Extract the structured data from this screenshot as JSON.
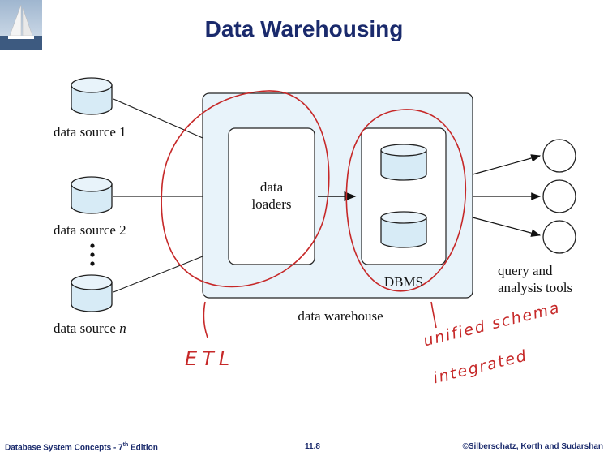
{
  "slide": {
    "title": "Data Warehousing"
  },
  "diagram": {
    "sources": [
      {
        "label": "data source 1"
      },
      {
        "label": "data source 2"
      },
      {
        "label": "data source ",
        "italic_suffix": "n"
      }
    ],
    "loaders_label_line1": "data",
    "loaders_label_line2": "loaders",
    "dbms_label": "DBMS",
    "warehouse_label": "data warehouse",
    "tools_label_line1": "query and",
    "tools_label_line2": "analysis tools"
  },
  "annotations": {
    "etl": "ETL",
    "unified_line1": "unified schema",
    "unified_line2": "integrated",
    "color": "#c62828"
  },
  "footer": {
    "left": "Database System Concepts - 7",
    "left_sup": "th",
    "left_suffix": " Edition",
    "center": "11.8",
    "right": "©Silberschatz, Korth and Sudarshan"
  },
  "colors": {
    "title": "#1a2a6c",
    "warehouse_fill": "#e8f3fa",
    "cylinder_fill": "#d7ebf6"
  }
}
